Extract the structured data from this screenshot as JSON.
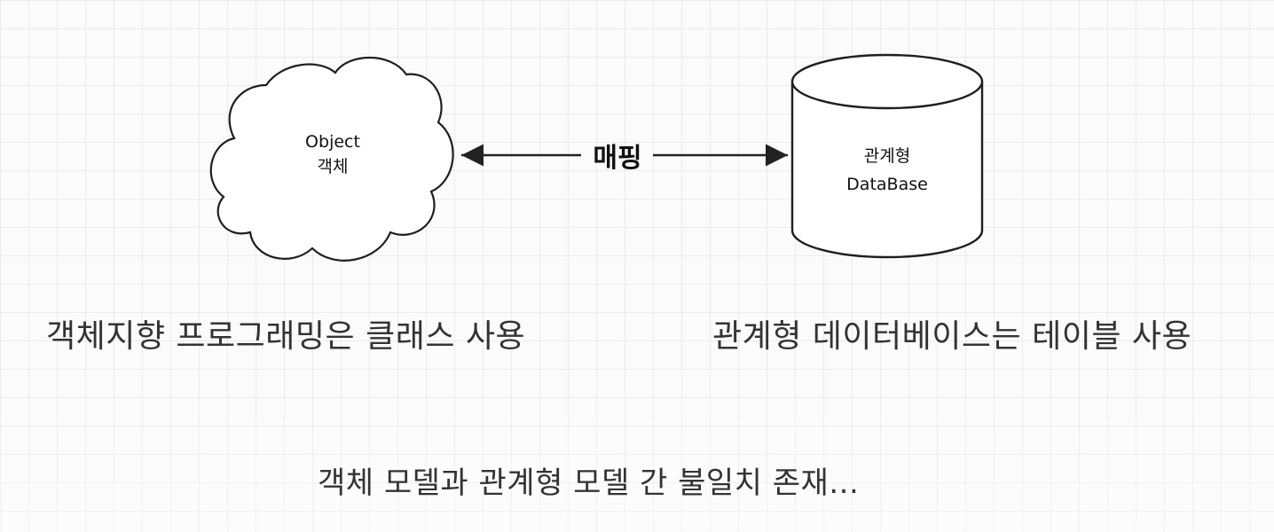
{
  "diagram": {
    "object_node": {
      "line1": "Object",
      "line2": "객체"
    },
    "mapping_edge": {
      "label": "매핑"
    },
    "database_node": {
      "line1": "관계형",
      "line2": "DataBase"
    }
  },
  "captions": {
    "left": "객체지향 프로그래밍은 클래스 사용",
    "right": "관계형 데이터베이스는 테이블 사용",
    "bottom": "객체 모델과 관계형 모델 간 불일치 존재..."
  }
}
